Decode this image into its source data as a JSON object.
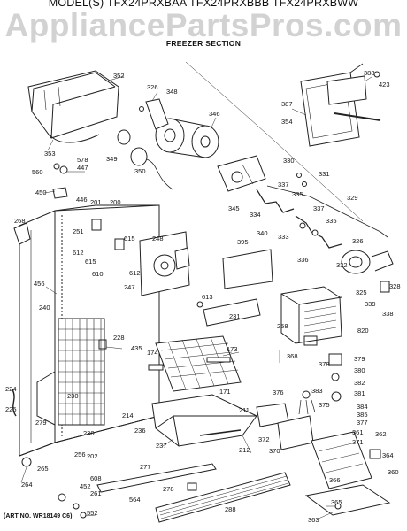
{
  "header": {
    "model_line": "MODEL(S) TFX24PRXBAA  TFX24PRXBBB  TFX24PRXBWW",
    "watermark": "AppliancePartsPros.com",
    "section_title": "FREEZER SECTION"
  },
  "art_number": "(ART NO. WR18149 C6)",
  "part_labels": [
    "352",
    "326",
    "348",
    "346",
    "388",
    "423",
    "387",
    "354",
    "353",
    "349",
    "350",
    "578",
    "447",
    "560",
    "450",
    "446",
    "330",
    "331",
    "337",
    "329",
    "345",
    "334",
    "340",
    "335",
    "333",
    "336",
    "332",
    "337",
    "335",
    "201",
    "200",
    "268",
    "251",
    "612",
    "615",
    "610",
    "615",
    "248",
    "612",
    "395",
    "326",
    "325",
    "328",
    "339",
    "338",
    "247",
    "613",
    "456",
    "240",
    "228",
    "231",
    "258",
    "820",
    "435",
    "174",
    "173",
    "368",
    "378",
    "379",
    "380",
    "382",
    "381",
    "384",
    "385",
    "377",
    "230",
    "171",
    "376",
    "383",
    "375",
    "224",
    "225",
    "279",
    "214",
    "211",
    "230",
    "236",
    "237",
    "212",
    "372",
    "361",
    "362",
    "371",
    "364",
    "370",
    "360",
    "256",
    "202",
    "265",
    "264",
    "608",
    "452",
    "261",
    "277",
    "278",
    "564",
    "552",
    "288",
    "366",
    "365",
    "363"
  ]
}
